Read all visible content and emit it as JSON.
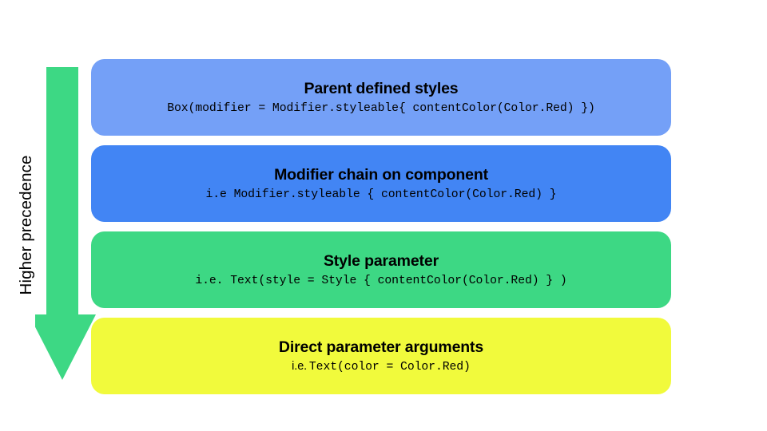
{
  "diagram": {
    "axis": {
      "label": "Higher precedence",
      "arrow_direction": "down",
      "arrow_color": "#3dd884"
    },
    "layers": [
      {
        "id": "parent-defined-styles",
        "title": "Parent defined styles",
        "code": "Box(modifier = Modifier.styleable{ contentColor(Color.Red) })",
        "code_prefix": "",
        "color": "#74a0f7"
      },
      {
        "id": "modifier-chain-on-component",
        "title": "Modifier chain on component",
        "code": "i.e Modifier.styleable { contentColor(Color.Red) }",
        "code_prefix": "",
        "color": "#4285f4"
      },
      {
        "id": "style-parameter",
        "title": "Style parameter",
        "code": "i.e. Text(style = Style { contentColor(Color.Red) } )",
        "code_prefix": "",
        "color": "#3dd884"
      },
      {
        "id": "direct-parameter-arguments",
        "title": "Direct parameter arguments",
        "code": "Text(color = Color.Red)",
        "code_prefix": "i.e. ",
        "color": "#f1fa3c"
      }
    ]
  }
}
